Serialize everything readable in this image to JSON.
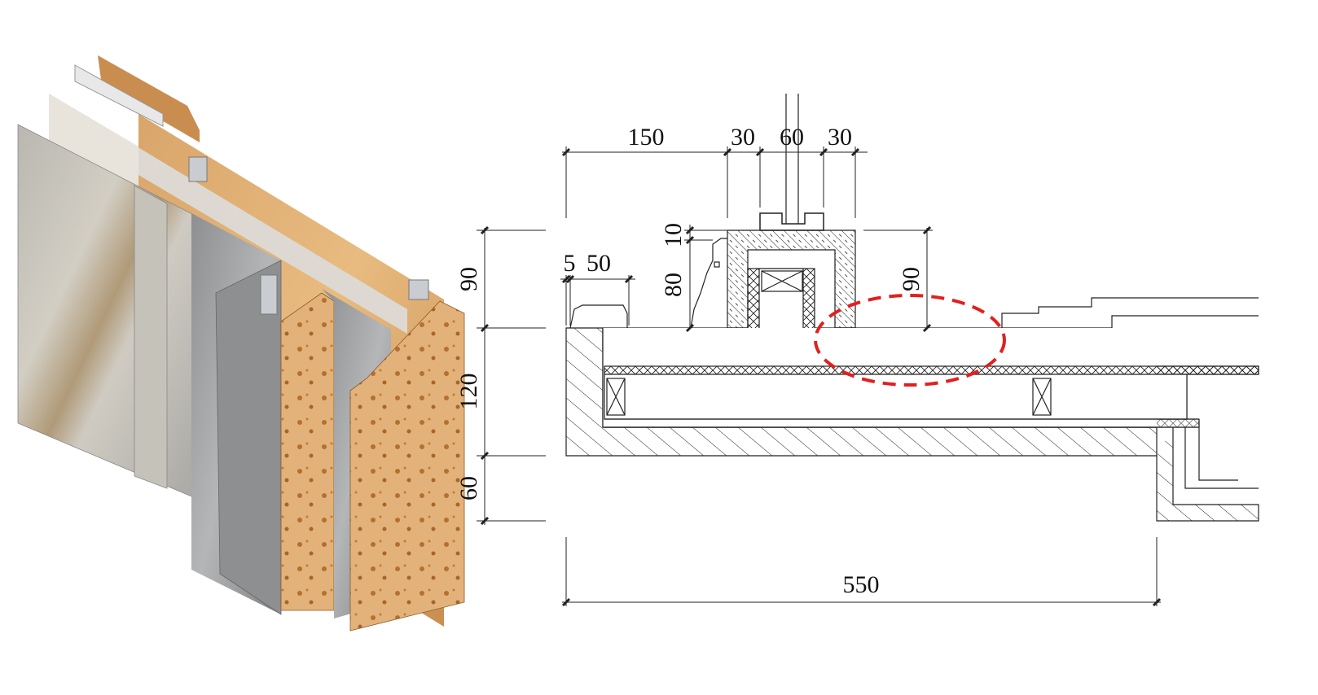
{
  "figure": {
    "render_view": "3d-wall-panel-assembly",
    "section_drawing": {
      "top_dimensions": [
        "150",
        "30",
        "60",
        "30"
      ],
      "small_dimensions": [
        "5",
        "50"
      ],
      "vertical_small": [
        "10",
        "80"
      ],
      "left_vertical_dimensions": [
        "90",
        "120",
        "60"
      ],
      "right_vertical_dimension": "90",
      "overall_width": "550",
      "highlight_color": "#e02020"
    }
  }
}
